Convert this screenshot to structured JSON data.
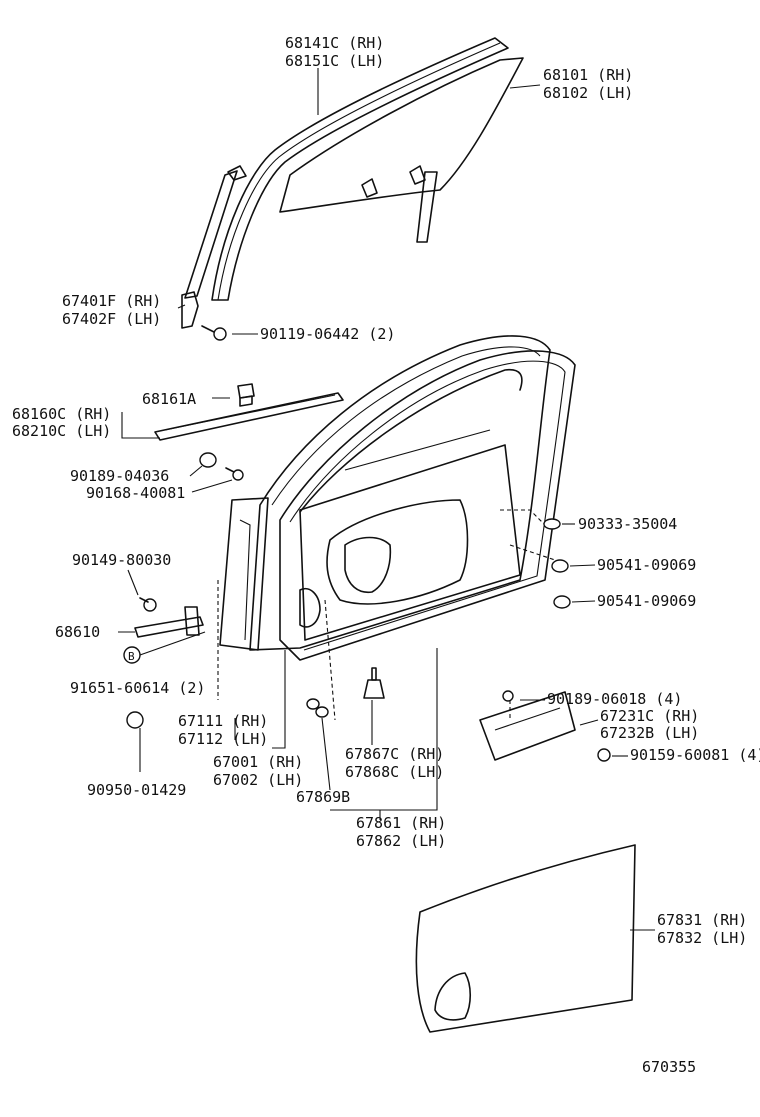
{
  "labels": {
    "glass_run_rh": "68141C (RH)",
    "glass_run_lh": "68151C (LH)",
    "glass_rh": "68101 (RH)",
    "glass_lh": "68102 (LH)",
    "channel_rh": "67401F (RH)",
    "channel_lh": "67402F (LH)",
    "bolt_06442": "90119-06442 (2)",
    "clip_68161a": "68161A",
    "belt_rh": "68160C (RH)",
    "belt_lh": "68210C (LH)",
    "clip_04036": "90189-04036",
    "screw_40081": "90168-40081",
    "plug_35004": "90333-35004",
    "cushion_09069_a": "90541-09069",
    "cushion_09069_b": "90541-09069",
    "bolt_80030": "90149-80030",
    "check_68610": "68610",
    "bolt_60614": "91651-60614 (2)",
    "ring_01429": "90950-01429",
    "panel_rh": "67111 (RH)",
    "panel_lh": "67112 (LH)",
    "door_rh": "67001 (RH)",
    "door_lh": "67002 (LH)",
    "clip_67869b": "67869B",
    "wsclip_rh": "67867C (RH)",
    "wsclip_lh": "67868C (LH)",
    "weatherstrip_rh": "67861 (RH)",
    "weatherstrip_lh": "67862 (LH)",
    "clip_06018": "90189-06018 (4)",
    "hinge_rh": "67231C (RH)",
    "hinge_lh": "67232B (LH)",
    "bolt_60081": "90159-60081 (4)",
    "film_rh": "67831 (RH)",
    "film_lh": "67832 (LH)",
    "callout_b": "B",
    "diagram_id": "670355"
  }
}
